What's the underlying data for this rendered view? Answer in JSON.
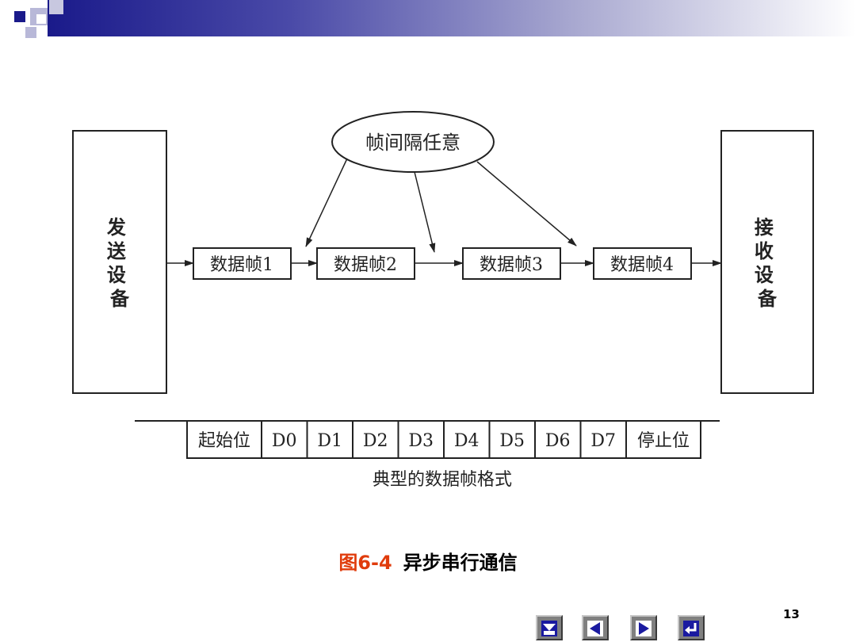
{
  "diagram": {
    "sender_label": "发送设备",
    "receiver_label": "接收设备",
    "ellipse_label": "帧间隔任意",
    "frames": [
      "数据帧1",
      "数据帧2",
      "数据帧3",
      "数据帧4"
    ],
    "frame_format_cells": [
      "起始位",
      "D0",
      "D1",
      "D2",
      "D3",
      "D4",
      "D5",
      "D6",
      "D7",
      "停止位"
    ],
    "frame_format_caption": "典型的数据帧格式"
  },
  "caption": {
    "figure_number": "图6-4",
    "title": "异步串行通信"
  },
  "page_number": "13",
  "nav": {
    "icons": [
      "home-icon",
      "previous-icon",
      "next-icon",
      "return-icon"
    ]
  },
  "colors": {
    "banner_dark": "#1a1a8a",
    "figure_number": "#e03c0c",
    "nav_button": "#808080",
    "nav_glyph": "#1a1aa0"
  }
}
